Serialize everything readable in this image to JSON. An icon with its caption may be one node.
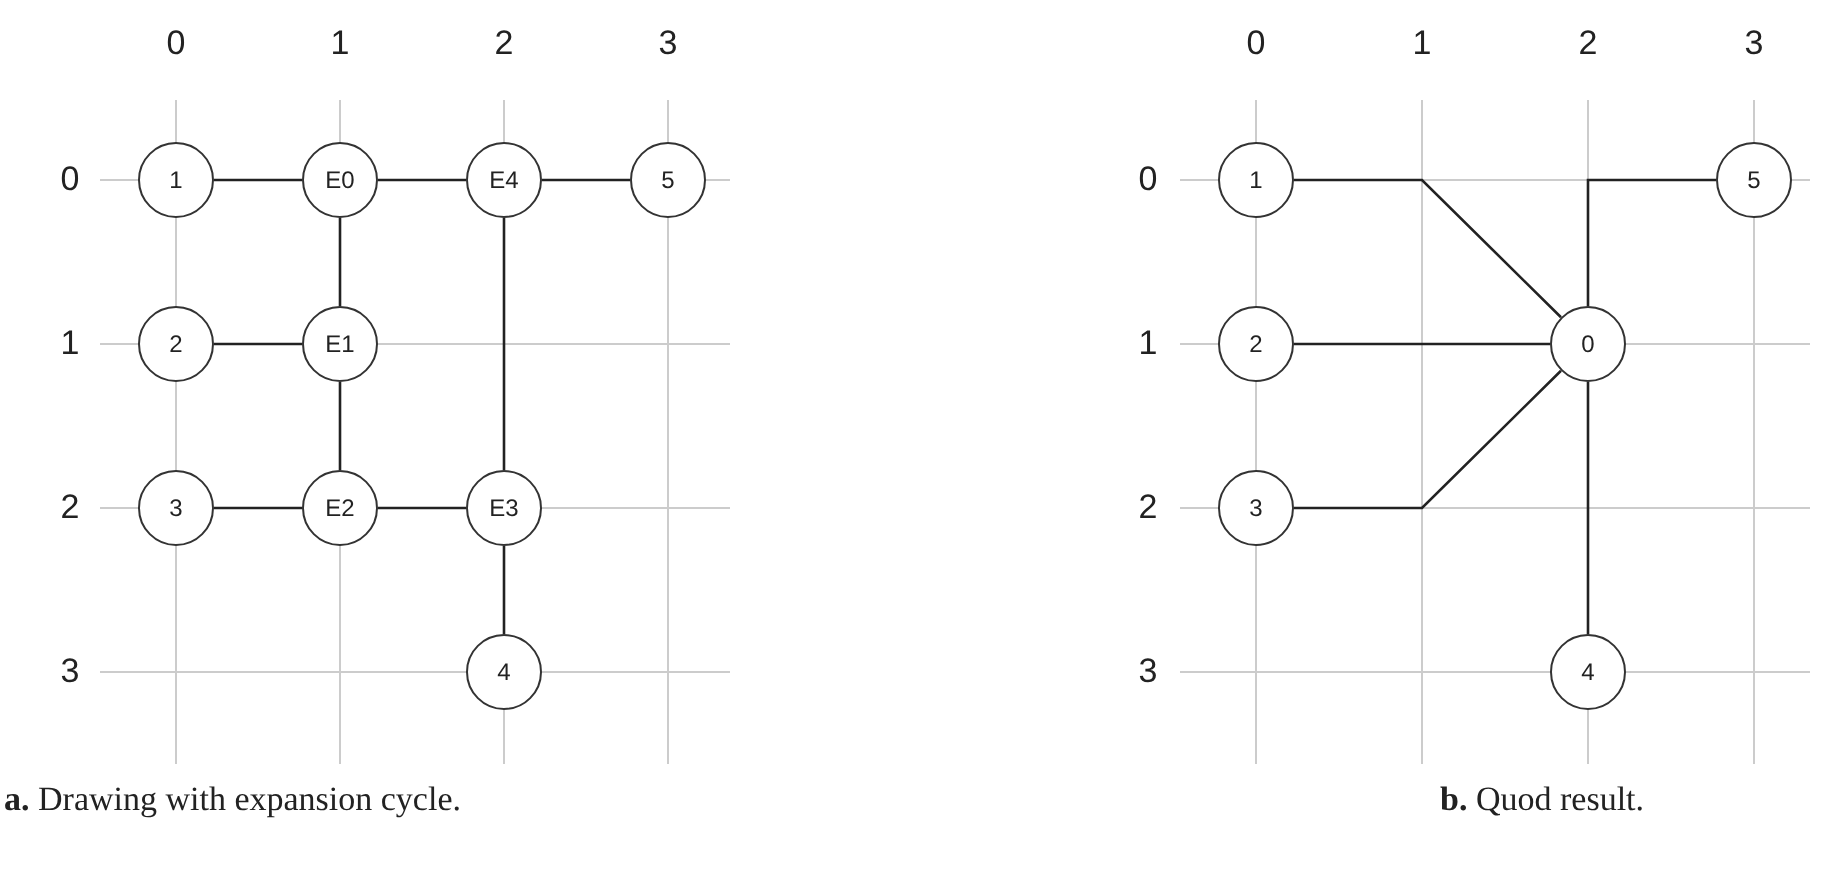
{
  "diagram": {
    "nodes": [
      {
        "text": [
          "1"
        ]
      },
      {
        "text": [
          "E0"
        ]
      },
      {
        "text": [
          "E4"
        ]
      },
      {
        "text": [
          "5"
        ]
      },
      {
        "text": [
          "2"
        ]
      },
      {
        "text": [
          "E1"
        ]
      },
      {
        "text": [
          "3"
        ]
      },
      {
        "text": [
          "E2"
        ]
      },
      {
        "text": [
          "E3"
        ]
      },
      {
        "text": [
          "4"
        ]
      },
      {
        "text": [
          "1"
        ]
      },
      {
        "text": [
          "5"
        ]
      },
      {
        "text": [
          "2"
        ]
      },
      {
        "text": [
          "0"
        ]
      },
      {
        "text": [
          "3"
        ]
      },
      {
        "text": [
          "4"
        ]
      }
    ],
    "edges": [
      {
        "from": 0,
        "to": 1,
        "arrow": "none"
      },
      {
        "from": 1,
        "to": 2,
        "arrow": "none"
      },
      {
        "from": 2,
        "to": 3,
        "arrow": "none"
      },
      {
        "from": 1,
        "to": 5,
        "arrow": "none"
      },
      {
        "from": 4,
        "to": 5,
        "arrow": "none"
      },
      {
        "from": 5,
        "to": 7,
        "arrow": "none"
      },
      {
        "from": 6,
        "to": 7,
        "arrow": "none"
      },
      {
        "from": 7,
        "to": 8,
        "arrow": "none"
      },
      {
        "from": 2,
        "to": 8,
        "arrow": "none"
      },
      {
        "from": 8,
        "to": 9,
        "arrow": "none"
      },
      {
        "from": 10,
        "to": 13,
        "arrow": "none"
      },
      {
        "from": 12,
        "to": 13,
        "arrow": "none"
      },
      {
        "from": 14,
        "to": 13,
        "arrow": "none"
      },
      {
        "from": 11,
        "to": 13,
        "arrow": "none"
      },
      {
        "from": 13,
        "to": 15,
        "arrow": "none"
      }
    ],
    "labels": [
      "0",
      "1",
      "2",
      "3",
      "0",
      "1",
      "2",
      "3",
      "0",
      "0",
      "1",
      "1",
      "2",
      "2",
      "3",
      "3",
      "**a.** Drawing with expansion cycle.",
      "**b.** Quod result."
    ]
  }
}
